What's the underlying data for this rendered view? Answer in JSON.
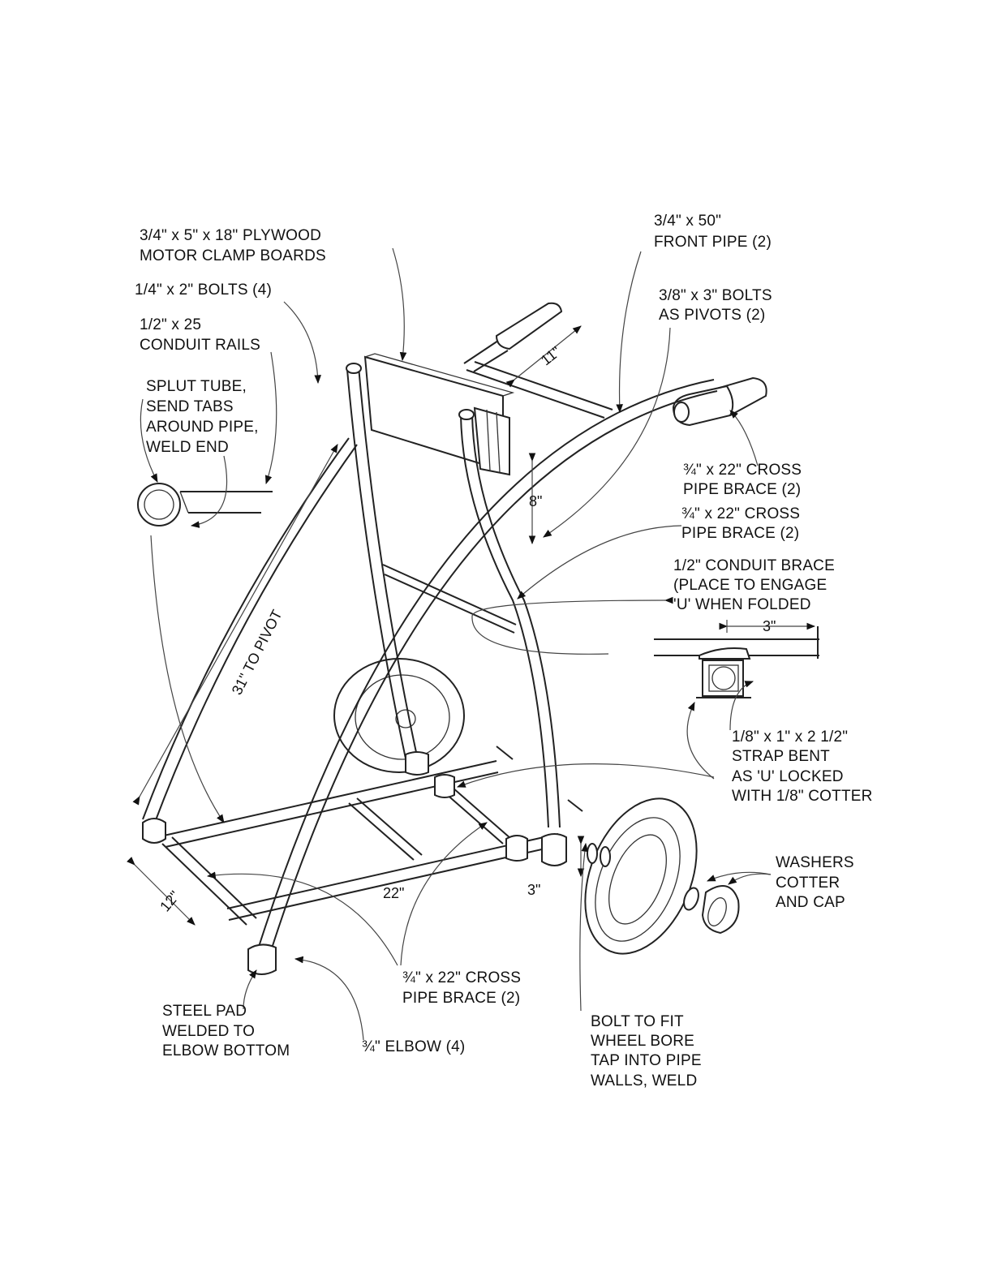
{
  "labels": {
    "plywood": [
      "3/4\" x 5\" x 18\" PLYWOOD",
      "MOTOR CLAMP BOARDS"
    ],
    "bolts_quarter": [
      "1/4\" x 2\" BOLTS (4)"
    ],
    "conduit_rails": [
      "1/2\" x 25",
      "CONDUIT RAILS"
    ],
    "split_tube": [
      "SPLUT TUBE,",
      "SEND TABS",
      "AROUND PIPE,",
      "WELD END"
    ],
    "front_pipe": [
      "3/4\" x 50\"",
      "FRONT PIPE (2)"
    ],
    "pivot_bolts": [
      "3/8\" x 3\" BOLTS",
      "AS PIVOTS (2)"
    ],
    "cross_brace_a": [
      "¾\" x 22\" CROSS",
      "PIPE BRACE (2)"
    ],
    "cross_brace_b": [
      "¾\" x 22\" CROSS",
      "PIPE BRACE (2)"
    ],
    "conduit_brace": [
      "1/2\" CONDUIT BRACE",
      "(PLACE TO ENGAGE",
      "'U' WHEN FOLDED"
    ],
    "strap": [
      "1/8\" x 1\" x 2 1/2\"",
      "STRAP BENT",
      "AS 'U' LOCKED",
      "WITH 1/8\" COTTER"
    ],
    "washers": [
      "WASHERS",
      "COTTER",
      "AND CAP"
    ],
    "cross_brace_c": [
      "¾\" x 22\" CROSS",
      "PIPE BRACE (2)"
    ],
    "steel_pad": [
      "STEEL PAD",
      "WELDED TO",
      "ELBOW BOTTOM"
    ],
    "elbow": [
      "¾\" ELBOW (4)"
    ],
    "wheel_bolt": [
      "BOLT TO FIT",
      "WHEEL BORE",
      "TAP INTO PIPE",
      "WALLS, WELD"
    ]
  },
  "dimensions": {
    "handle_width": "11\"",
    "board_gap": "8\"",
    "to_pivot": "31\" TO PIVOT",
    "base_width": "12\"",
    "base_length": "22\"",
    "axle_offset": "3\"",
    "detail_offset": "3\""
  }
}
